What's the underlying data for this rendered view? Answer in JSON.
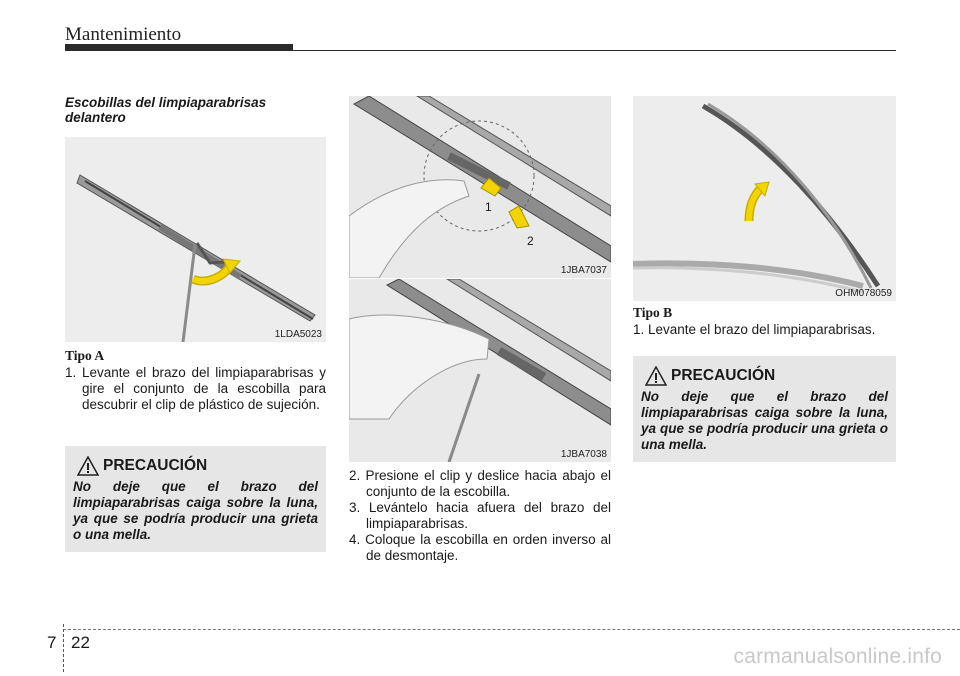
{
  "header": {
    "title": "Mantenimiento"
  },
  "section_title": "Escobillas del limpiaparabrisas delantero",
  "figures": {
    "fig1": {
      "code": "1LDA5023"
    },
    "fig2": {
      "code": "1JBA7037",
      "callout_1": "1",
      "callout_2": "2"
    },
    "fig3": {
      "code": "1JBA7038"
    },
    "fig4": {
      "code": "OHM078059"
    }
  },
  "type_a": {
    "heading": "Tipo A",
    "steps": [
      "1. Levante el brazo del limpiaparabrisas y gire el conjunto de la escobilla para descubrir el clip de plástico de sujeción."
    ]
  },
  "middle_steps": [
    "2. Presione el clip y deslice hacia abajo el conjunto de la escobilla.",
    "3. Levántelo hacia afuera del brazo del limpiaparabrisas.",
    "4. Coloque la escobilla en orden inverso al de desmontaje."
  ],
  "type_b": {
    "heading": "Tipo B",
    "steps": [
      "1. Levante el brazo del limpiaparabrisas."
    ]
  },
  "caution_a": {
    "title": "PRECAUCIÓN",
    "text": "No deje que el brazo del limpiaparabrisas caiga sobre la luna, ya que se podría producir una grieta o una mella."
  },
  "caution_b": {
    "title": "PRECAUCIÓN",
    "text": "No deje que el brazo del limpiaparabrisas caiga sobre la luna, ya que se podría producir una grieta o una mella."
  },
  "footer": {
    "chapter": "7",
    "page": "22"
  },
  "watermark": "carmanualsonline.info",
  "colors": {
    "arrow_yellow": "#f2d400",
    "caution_bg": "#e6e6e6",
    "photo_bg": "#ececec"
  }
}
